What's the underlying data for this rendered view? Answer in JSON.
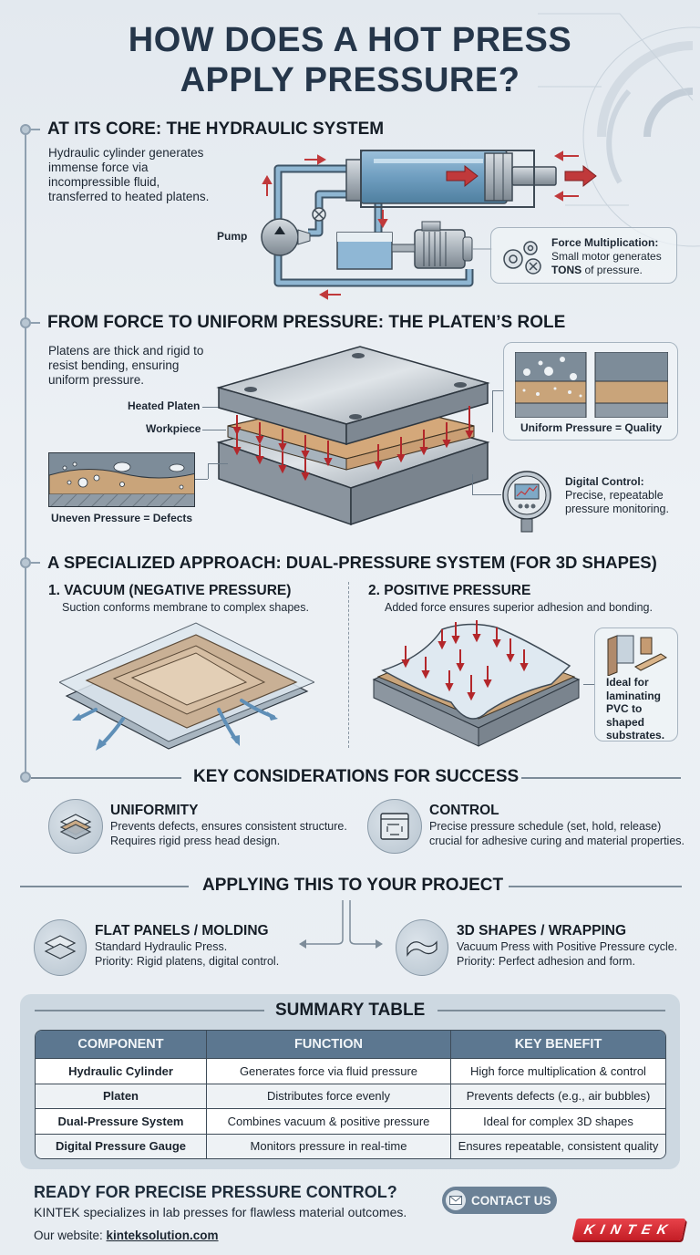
{
  "title": {
    "line1": "HOW DOES A HOT PRESS",
    "line2": "APPLY PRESSURE?"
  },
  "section1": {
    "heading": "AT ITS CORE: THE HYDRAULIC SYSTEM",
    "description_lines": [
      "Hydraulic cylinder generates",
      "immense force via",
      "incompressible fluid,",
      "transferred to heated platens."
    ],
    "pump_label": "Pump",
    "callout": {
      "icon": "gears-icon",
      "title": "Force Multiplication:",
      "line1": "Small motor generates",
      "emph": "TONS",
      "line2_rest": " of pressure."
    }
  },
  "section2": {
    "heading": "FROM FORCE TO UNIFORM PRESSURE: THE PLATEN’S ROLE",
    "description_lines": [
      "Platens are thick and rigid to",
      "resist bending, ensuring",
      "uniform pressure."
    ],
    "labels": {
      "heated_platen": "Heated Platen",
      "workpiece": "Workpiece"
    },
    "uneven_caption": "Uneven Pressure = Defects",
    "uniform_caption": "Uniform Pressure = Quality",
    "digital_control": {
      "icon": "pressure-gauge-icon",
      "title": "Digital Control:",
      "line1": "Precise, repeatable",
      "line2": "pressure monitoring."
    }
  },
  "section3": {
    "heading": "A SPECIALIZED APPROACH: DUAL-PRESSURE SYSTEM (FOR 3D SHAPES)",
    "vacuum": {
      "title": "1. VACUUM (NEGATIVE PRESSURE)",
      "desc": "Suction conforms membrane to complex shapes."
    },
    "positive": {
      "title": "2. POSITIVE PRESSURE",
      "desc": "Added force ensures superior adhesion and bonding."
    },
    "ideal_callout": {
      "lines": [
        "Ideal for",
        "laminating",
        "PVC to shaped",
        "substrates."
      ]
    }
  },
  "key_considerations": {
    "heading": "KEY CONSIDERATIONS FOR SUCCESS",
    "items": [
      {
        "icon": "layers-icon",
        "title": "UNIFORMITY",
        "line1": "Prevents defects, ensures consistent structure.",
        "line2": "Requires rigid press head design."
      },
      {
        "icon": "cycle-schedule-icon",
        "title": "CONTROL",
        "line1": "Precise pressure schedule (set, hold, release)",
        "line2": "crucial for adhesive curing and material properties."
      }
    ]
  },
  "applying": {
    "heading": "APPLYING THIS TO YOUR PROJECT",
    "items": [
      {
        "icon": "flat-panels-icon",
        "title": "FLAT PANELS / MOLDING",
        "line1": "Standard Hydraulic Press.",
        "line2": "Priority: Rigid platens, digital control."
      },
      {
        "icon": "3d-shape-icon",
        "title": "3D SHAPES / WRAPPING",
        "line1": "Vacuum Press with Positive Pressure cycle.",
        "line2": "Priority: Perfect adhesion and form."
      }
    ]
  },
  "summary_table": {
    "heading": "SUMMARY TABLE",
    "columns": [
      "COMPONENT",
      "FUNCTION",
      "KEY BENEFIT"
    ],
    "rows": [
      [
        "Hydraulic Cylinder",
        "Generates force via fluid pressure",
        "High force multiplication & control"
      ],
      [
        "Platen",
        "Distributes force evenly",
        "Prevents defects (e.g., air bubbles)"
      ],
      [
        "Dual-Pressure System",
        "Combines vacuum & positive pressure",
        "Ideal for complex 3D shapes"
      ],
      [
        "Digital Pressure Gauge",
        "Monitors pressure in real-time",
        "Ensures repeatable, consistent quality"
      ]
    ]
  },
  "footer": {
    "cta_heading": "READY FOR PRECISE PRESSURE CONTROL?",
    "cta_text": "KINTEK specializes in lab presses for flawless material outcomes.",
    "website_prefix": "Our website: ",
    "website": "kinteksolution.com",
    "contact_button": "CONTACT US",
    "logo_text": "KINTEK"
  },
  "colors": {
    "heading": "#25364a",
    "arrow_red": "#c0393b",
    "fluid_blue": "#6f9ec0",
    "table_header": "#5c7790",
    "button": "#6b8196",
    "logo_red": "#d62f37",
    "workpiece_tan": "#d4a87a"
  }
}
